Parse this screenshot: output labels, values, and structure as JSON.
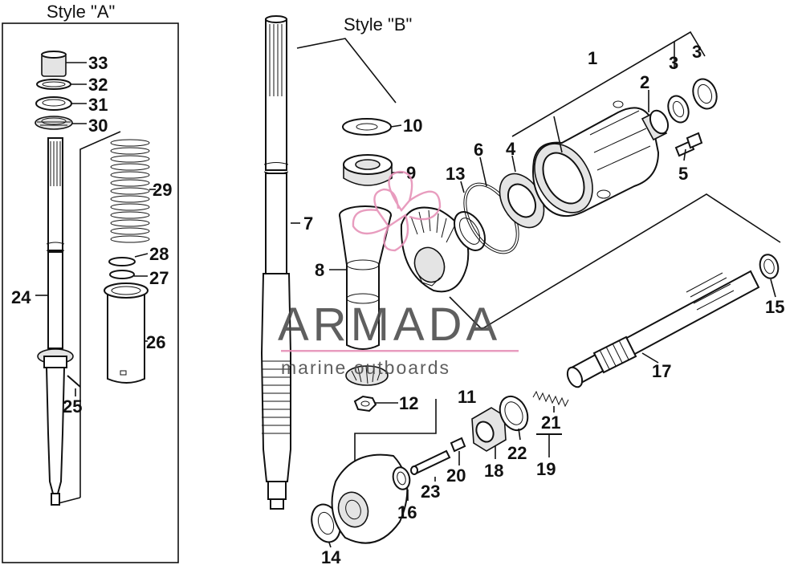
{
  "style_labels": {
    "a": "Style \"A\"",
    "b": "Style \"B\""
  },
  "watermark": {
    "brand": "ARMADA",
    "tagline": "marine outboards",
    "accent_color": "#e58fb6",
    "text_color": "#4a4a4a"
  },
  "callouts": [
    "1",
    "2",
    "3",
    "3",
    "4",
    "5",
    "6",
    "7",
    "8",
    "9",
    "10",
    "11",
    "12",
    "13",
    "14",
    "15",
    "16",
    "17",
    "18",
    "19",
    "20",
    "21",
    "22",
    "23",
    "24",
    "25",
    "26",
    "27",
    "28",
    "29",
    "30",
    "31",
    "32",
    "33"
  ]
}
